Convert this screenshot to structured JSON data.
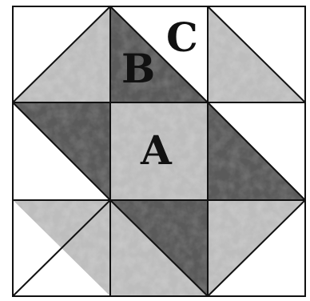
{
  "block": {
    "labels": {
      "a": "A",
      "b": "B",
      "c": "C"
    },
    "colors": {
      "background": "#ffffff",
      "light_fabric": "#bdbdbd",
      "light_fabric_texture": "#a9a9a9",
      "dark_fabric": "#5a5a5a",
      "dark_fabric_texture": "#3e3e3e",
      "seam_line": "#111111",
      "label": "#111111"
    },
    "pieces": [
      {
        "id": "A",
        "shape": "center square",
        "fabric": "light"
      },
      {
        "id": "B",
        "shape": "half-square triangle",
        "fabric": "dark"
      },
      {
        "id": "C",
        "shape": "half-square triangle",
        "fabric": "white"
      }
    ]
  }
}
